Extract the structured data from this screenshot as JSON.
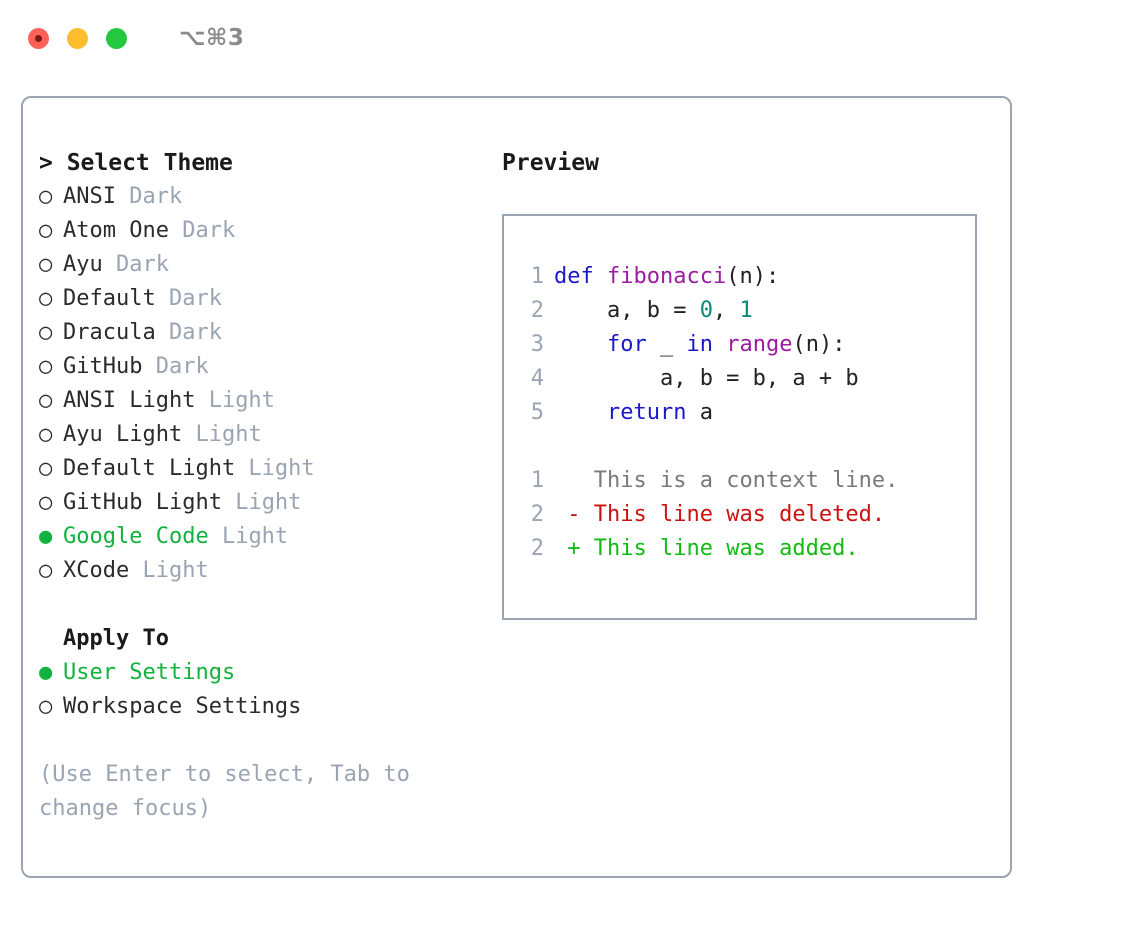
{
  "window": {
    "title": "⌥⌘3",
    "traffic_lights": [
      "close",
      "minimize",
      "zoom"
    ]
  },
  "theme_picker": {
    "header": "> Select Theme",
    "marker_unselected": "○",
    "marker_selected": "●",
    "accent_color": "#12b23c",
    "variant_color": "#9aa4b2",
    "items": [
      {
        "name": "ANSI",
        "variant": "Dark",
        "selected": false
      },
      {
        "name": "Atom One",
        "variant": "Dark",
        "selected": false
      },
      {
        "name": "Ayu",
        "variant": "Dark",
        "selected": false
      },
      {
        "name": "Default",
        "variant": "Dark",
        "selected": false
      },
      {
        "name": "Dracula",
        "variant": "Dark",
        "selected": false
      },
      {
        "name": "GitHub",
        "variant": "Dark",
        "selected": false
      },
      {
        "name": "ANSI Light",
        "variant": "Light",
        "selected": false
      },
      {
        "name": "Ayu Light",
        "variant": "Light",
        "selected": false
      },
      {
        "name": "Default Light",
        "variant": "Light",
        "selected": false
      },
      {
        "name": "GitHub Light",
        "variant": "Light",
        "selected": false
      },
      {
        "name": "Google Code",
        "variant": "Light",
        "selected": true
      },
      {
        "name": "XCode",
        "variant": "Light",
        "selected": false
      }
    ]
  },
  "apply_to": {
    "label": "Apply To",
    "options": [
      {
        "name": "User Settings",
        "selected": true
      },
      {
        "name": "Workspace Settings",
        "selected": false
      }
    ]
  },
  "hint": "(Use Enter to select, Tab to change focus)",
  "preview": {
    "header": "Preview",
    "code_lines": [
      {
        "no": "1",
        "tokens": [
          {
            "t": "def",
            "c": "kw"
          },
          {
            "t": " ",
            "c": "punct"
          },
          {
            "t": "fibonacci",
            "c": "fn"
          },
          {
            "t": "(n):",
            "c": "punct"
          }
        ]
      },
      {
        "no": "2",
        "tokens": [
          {
            "t": "    a, b = ",
            "c": "punct"
          },
          {
            "t": "0",
            "c": "num"
          },
          {
            "t": ", ",
            "c": "punct"
          },
          {
            "t": "1",
            "c": "num"
          }
        ]
      },
      {
        "no": "3",
        "tokens": [
          {
            "t": "    ",
            "c": "punct"
          },
          {
            "t": "for",
            "c": "kw"
          },
          {
            "t": " _ ",
            "c": "punct"
          },
          {
            "t": "in",
            "c": "kw"
          },
          {
            "t": " ",
            "c": "punct"
          },
          {
            "t": "range",
            "c": "fn"
          },
          {
            "t": "(n):",
            "c": "punct"
          }
        ]
      },
      {
        "no": "4",
        "tokens": [
          {
            "t": "        a, b = b, a + b",
            "c": "punct"
          }
        ]
      },
      {
        "no": "5",
        "tokens": [
          {
            "t": "    ",
            "c": "punct"
          },
          {
            "t": "return",
            "c": "kw"
          },
          {
            "t": " a",
            "c": "punct"
          }
        ]
      }
    ],
    "diff_lines": [
      {
        "no": "1",
        "sign": " ",
        "text": " This is a context line.",
        "kind": "diff-ctx"
      },
      {
        "no": "2",
        "sign": "-",
        "text": " This line was deleted.",
        "kind": "diff-del"
      },
      {
        "no": "2",
        "sign": "+",
        "text": " This line was added.",
        "kind": "diff-add"
      }
    ]
  }
}
